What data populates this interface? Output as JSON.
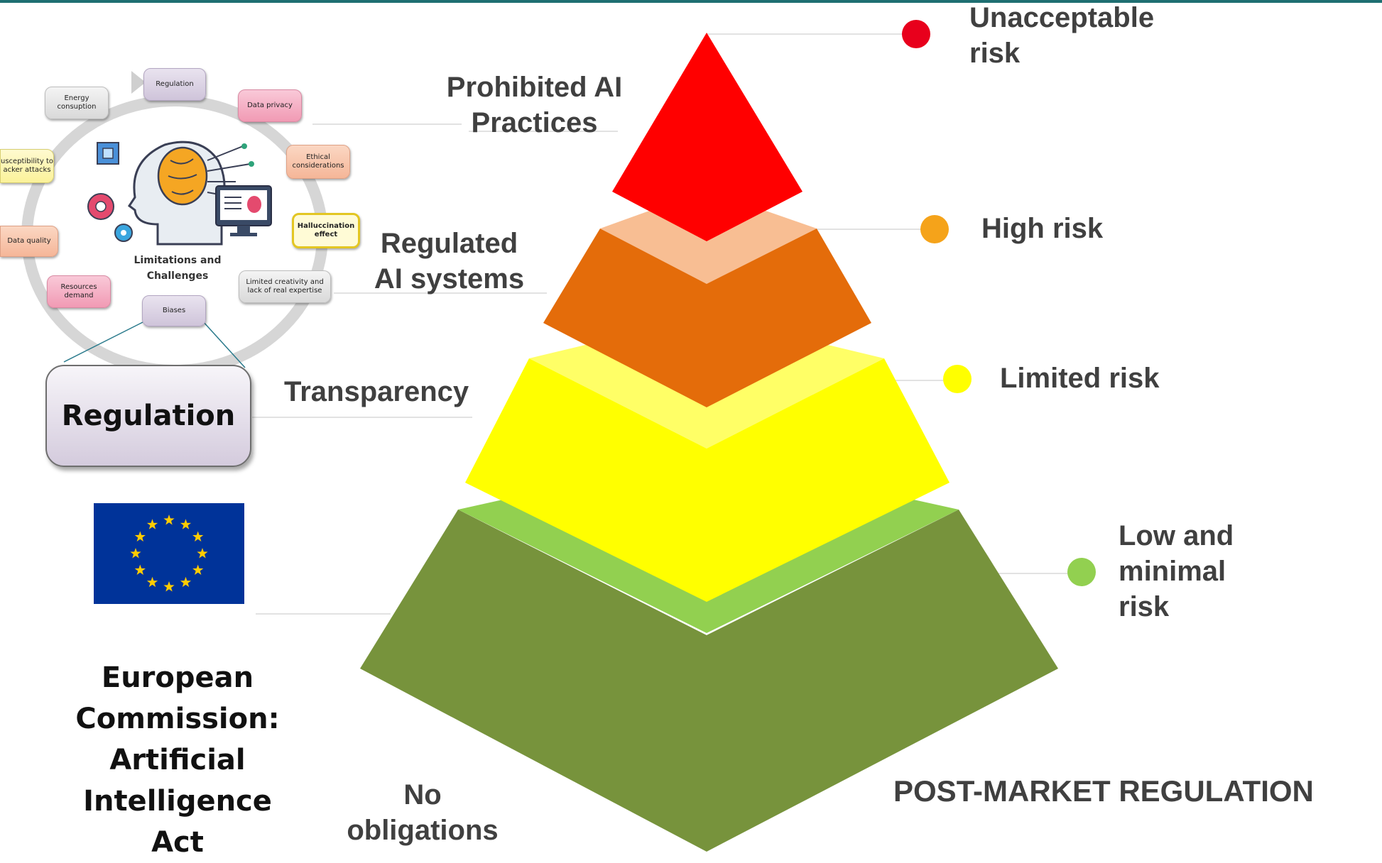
{
  "pyramid": {
    "levels": [
      {
        "left_label": "Prohibited AI Practices",
        "right_label": "Unacceptable risk",
        "color": "#ff0000",
        "dot_color": "#e8001c"
      },
      {
        "left_label": "Regulated AI systems",
        "right_label": "High risk",
        "color": "#e46c0a",
        "dot_color": "#f5a31a"
      },
      {
        "left_label": "Transparency",
        "right_label": "Limited risk",
        "color": "#ffff00",
        "dot_color": "#ffff00"
      },
      {
        "left_label": "No obligations",
        "right_label": "Low and minimal risk",
        "color": "#77933c",
        "dot_color": "#92d050"
      }
    ],
    "left_lines": [
      "Prohibited AI",
      "Practices"
    ],
    "regulated_lines": [
      "Regulated",
      "AI systems"
    ],
    "transparency": "Transparency",
    "no_obligations_lines": [
      "No",
      "obligations"
    ],
    "unacceptable_lines": [
      "Unacceptable",
      "risk"
    ],
    "high": "High risk",
    "limited": "Limited risk",
    "low_lines": [
      "Low and",
      "minimal",
      "risk"
    ],
    "post_market": "POST-MARKET REGULATION"
  },
  "challenges": {
    "center_lines": [
      "Limitations and",
      "Challenges"
    ],
    "items": {
      "regulation": "Regulation",
      "data_privacy": "Data privacy",
      "ethical": [
        "Ethical",
        "considerations"
      ],
      "hallucination": [
        "Halluccination",
        "effect"
      ],
      "creativity": [
        "Limited creativity and",
        "lack of real expertise"
      ],
      "biases": "Biases",
      "resources": [
        "Resources",
        "demand"
      ],
      "data_quality": "Data quality",
      "hacker": [
        "usceptibility to",
        "acker attacks"
      ],
      "energy": [
        "Energy",
        "consuption"
      ]
    }
  },
  "regulation_box": "Regulation",
  "eu_commission_lines": [
    "European",
    "Commission:",
    "Artificial",
    "Intelligence Act"
  ],
  "eu_flag": {
    "blue": "#003399",
    "gold": "#ffcc00"
  }
}
